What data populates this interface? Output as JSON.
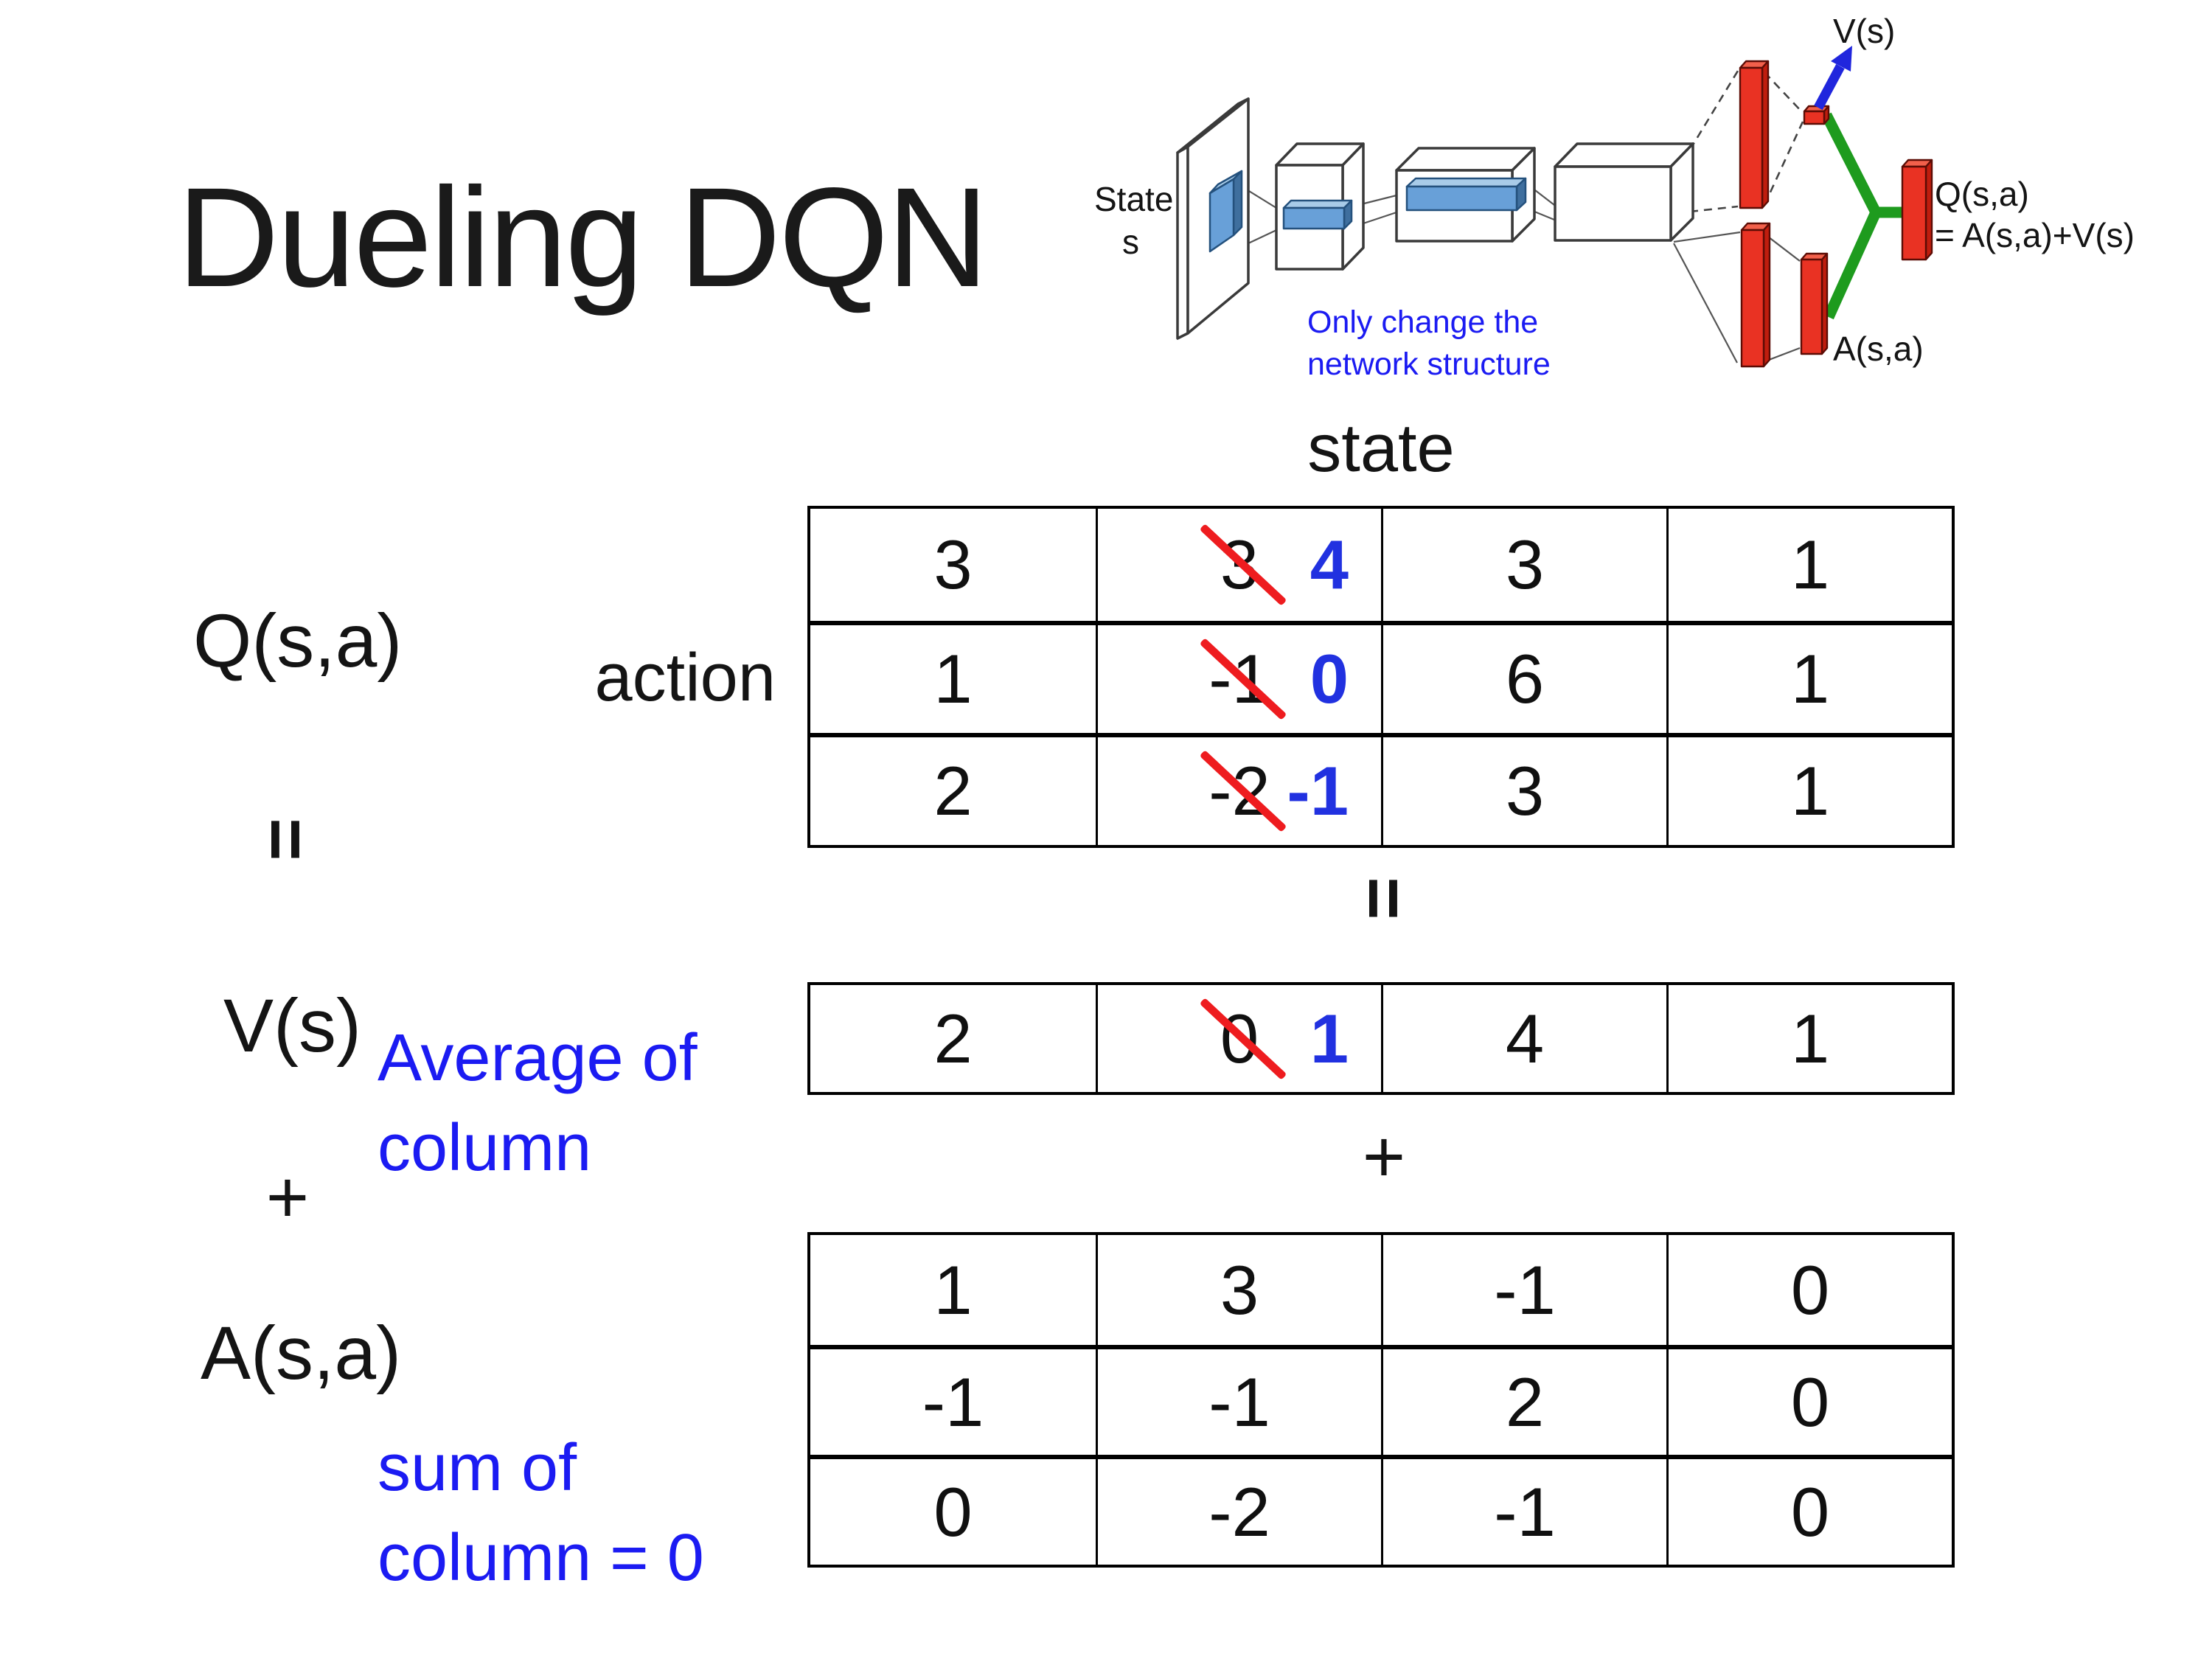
{
  "title": "Dueling DQN",
  "colors": {
    "annotation_blue": "#1b1bf2",
    "digit_blue": "#2131e0",
    "strike_red": "#ee1c1f",
    "bar_red": "#e93223",
    "branch_green": "#1e9b1e",
    "arrow_blue": "#2026dd",
    "filter_blue": "#68a0d8"
  },
  "diagram": {
    "state_line1": "State",
    "state_line2": "s",
    "note_line1": "Only change the",
    "note_line2": "network structure",
    "v_out_label": "V(s)",
    "q_out_line1": "Q(s,a)",
    "q_out_line2": "= A(s,a)+V(s)",
    "a_out_label": "A(s,a)"
  },
  "equation": {
    "q_label": "Q(s,a)",
    "equals_left": "=",
    "v_label": "V(s)",
    "plus_left": "+",
    "a_label": "A(s,a)",
    "equals_center": "=",
    "plus_center": "+",
    "state_header": "state",
    "action_label": "action",
    "avg_line1": "Average of",
    "avg_line2": "column",
    "sum_line1": "sum of",
    "sum_line2": "column = 0"
  },
  "q_table": {
    "rows": [
      {
        "c0": "3",
        "old": "3",
        "new": "4",
        "c2": "3",
        "c3": "1"
      },
      {
        "c0": "1",
        "old": "-1",
        "new": "0",
        "c2": "6",
        "c3": "1"
      },
      {
        "c0": "2",
        "old": "-2",
        "new": "-1",
        "c2": "3",
        "c3": "1"
      }
    ]
  },
  "v_table": {
    "c0": "2",
    "old": "0",
    "new": "1",
    "c2": "4",
    "c3": "1"
  },
  "a_table": {
    "rows": [
      [
        "1",
        "3",
        "-1",
        "0"
      ],
      [
        "-1",
        "-1",
        "2",
        "0"
      ],
      [
        "0",
        "-2",
        "-1",
        "0"
      ]
    ]
  }
}
